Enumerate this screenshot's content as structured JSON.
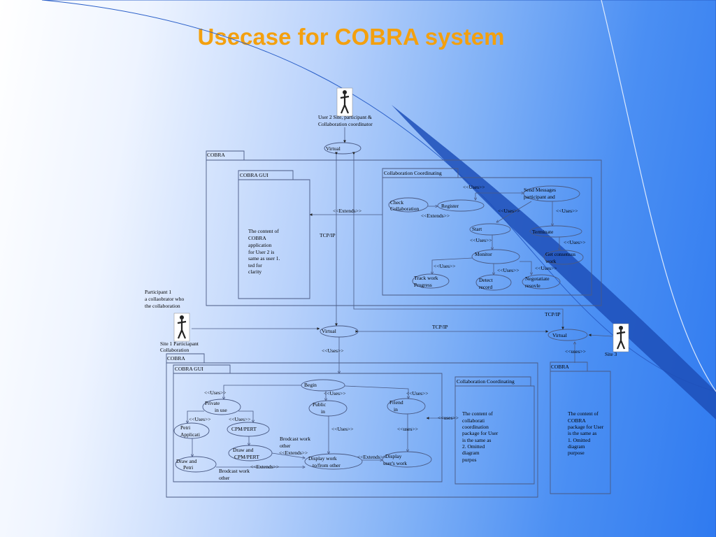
{
  "title": "Usecase for COBRA system",
  "actors": {
    "user2": {
      "label_1": "User 2 Site, participant &",
      "label_2": "Collaboration coordinator"
    },
    "participant1": {
      "label_1": "Participant 1",
      "label_2": " a collaobrator who",
      "label_3": " the collaboration"
    },
    "site1": {
      "label_1": "Site 1 Particiapant",
      "label_2": "Collaboration"
    },
    "site3": {
      "label_1": "Site 3"
    }
  },
  "nodes": {
    "virtual_top": "Virtual",
    "virtual_mid": "Virtual",
    "virtual_right": "Virtual"
  },
  "links": {
    "tcpip_1": "TCP/IP",
    "tcpip_2": "TCP/IP",
    "tcpip_3": "TCP/IP",
    "extends_top": "<<Extends>>",
    "uses_site1": "<<Uses>>",
    "uses_site3": "<<uses>>",
    "uses_to_bottom_collab": "<<uses>>"
  },
  "top_package": {
    "name": "COBRA",
    "gui_name": "COBRA GUI",
    "gui_note": [
      "The content of",
      "COBRA",
      "application",
      "for User 2 is",
      "same as user 1.",
      "ted for",
      "clarity"
    ],
    "collab_name": "Collaboration Coordinating",
    "usecases": {
      "check": [
        "Check",
        "Collaboration"
      ],
      "register": "Register",
      "send": [
        "Send Messages",
        "participant and"
      ],
      "start": "Start",
      "terminate": "Terminate",
      "monitor": "Monitor",
      "consensus": [
        "Get consensus",
        "work"
      ],
      "track": [
        "Track work",
        "Progress"
      ],
      "detect": [
        "Detect",
        "record"
      ],
      "negotiate": [
        "Negotatiate",
        "resovle"
      ]
    },
    "relations": {
      "uses_1": "<<Uses>>",
      "extends_1": "<<Extends>>",
      "uses_2": "<<Uses>>",
      "uses_3": "<<Uses>>",
      "uses_4": "<<Uses>>",
      "uses_5": "<<Uses>>",
      "uses_6": "<<Uses>>",
      "uses_7": "<<Uses>>",
      "uses_8": "<<Uses>>"
    }
  },
  "bottom_package": {
    "name": "COBRA",
    "gui_name": "COBRA GUI",
    "collab_name": "Collaboration Coordinating",
    "collab_note": [
      "The content of",
      "collaborati",
      "coordination",
      "package for User",
      "is the same as",
      "2. Omitted",
      "diagram",
      "purpos"
    ],
    "usecases": {
      "begin": "Begin",
      "private": [
        "Private",
        "in use"
      ],
      "public": [
        "Public",
        "in"
      ],
      "friend": [
        "Friend",
        "in"
      ],
      "petri": [
        "Petri",
        "Applicati"
      ],
      "cpm": "CPM/PERT",
      "draw_cpm": [
        "Draw and",
        "CPM/PERT"
      ],
      "draw_petri": [
        "Draw and",
        "Petri"
      ],
      "display_work": [
        "Display work",
        "to/from other"
      ],
      "display_user": [
        "Display",
        "user's work"
      ]
    },
    "relations": {
      "uses_1": "<<Uses>>",
      "uses_2": "<<Uses>>",
      "uses_3": "<<Uses>>",
      "uses_4": "<<Uses>>",
      "uses_5": "<<Uses>>",
      "uses_6": "<<Uses>>",
      "uses_7": "<<uses>>",
      "extends_1": "<<Extends>>",
      "extends_2": "<<Extends>>",
      "extends_3": "<<Extends>>",
      "broadcast_1": [
        "Brodcast work",
        "other"
      ],
      "broadcast_2": [
        "Brodcast work",
        "other"
      ]
    }
  },
  "right_package": {
    "name": "COBRA",
    "note": [
      "The content of",
      "COBRA",
      "package for User",
      "is the same as",
      "1. Omitted",
      "diagram",
      "purpose"
    ]
  },
  "icons": {
    "actor": "stick-figure-actor-icon"
  },
  "colors": {
    "title": "#f3a00f",
    "line": "#4a5a84"
  }
}
